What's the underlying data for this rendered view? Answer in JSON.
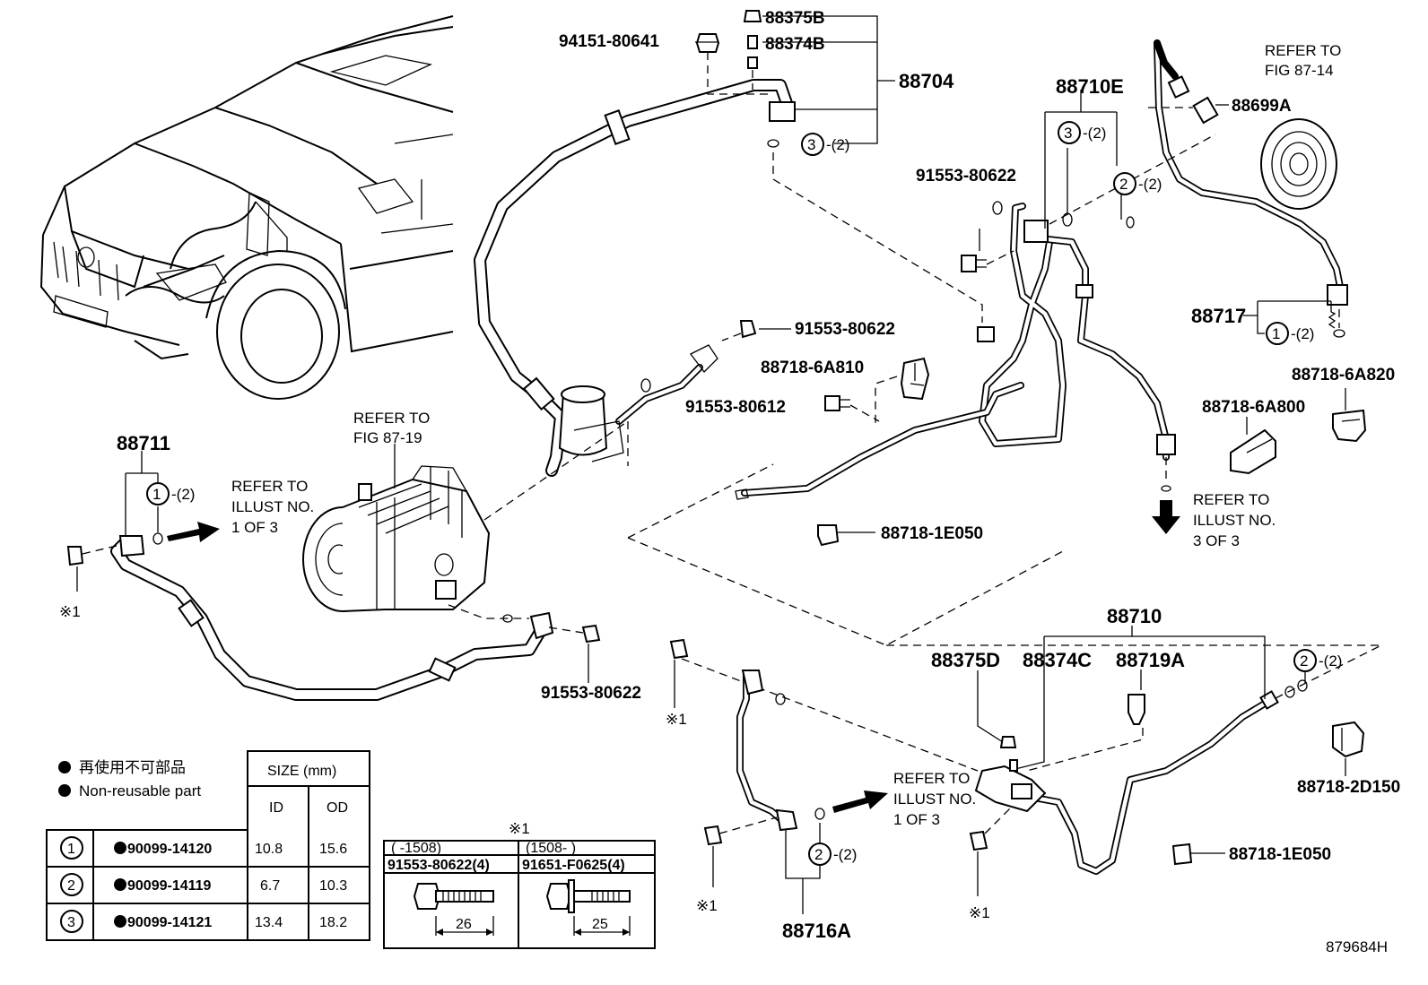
{
  "labels": {
    "p88375B": "88375B",
    "p88374B": "88374B",
    "p94151": "94151-80641",
    "p88704": "88704",
    "p88710E": "88710E",
    "p88699A": "88699A",
    "ref8714a": "REFER TO",
    "ref8714b": "FIG 87-14",
    "p91553a": "91553-80622",
    "p91553b": "91553-80622",
    "p88718_6A810": "88718-6A810",
    "p91553_80612": "91553-80612",
    "p88717": "88717",
    "p88718_6A820": "88718-6A820",
    "p88718_6A800": "88718-6A800",
    "p88711": "88711",
    "ref1of3a1": "REFER TO",
    "ref1of3a2": "ILLUST NO.",
    "ref1of3a3": "1 OF 3",
    "ref8719a": "REFER TO",
    "ref8719b": "FIG 87-19",
    "ref3of3a": "REFER TO",
    "ref3of3b": "ILLUST NO.",
    "ref3of3c": "3 OF 3",
    "p88718_1E050a": "88718-1E050",
    "p91553c": "91553-80622",
    "p88710": "88710",
    "p88375D": "88375D",
    "p88374C": "88374C",
    "p88719A": "88719A",
    "ref1of3b1": "REFER TO",
    "ref1of3b2": "ILLUST NO.",
    "ref1of3b3": "1 OF 3",
    "p88718_2D150": "88718-2D150",
    "p88718_1E050b": "88718-1E050",
    "p88716A": "88716A",
    "mark1": "※1",
    "diagram_id": "879684H"
  },
  "callouts": {
    "c1": "1",
    "c2": "2",
    "c3": "3",
    "qty2": "-(2)"
  },
  "legend": {
    "jp": "再使用不可部品",
    "en": "Non-reusable part"
  },
  "size_table": {
    "header": "SIZE (mm)",
    "col_id": "ID",
    "col_od": "OD",
    "rows": [
      {
        "ref": "1",
        "part": "90099-14120",
        "id": "10.8",
        "od": "15.6"
      },
      {
        "ref": "2",
        "part": "90099-14119",
        "id": "6.7",
        "od": "10.3"
      },
      {
        "ref": "3",
        "part": "90099-14121",
        "id": "13.4",
        "od": "18.2"
      }
    ]
  },
  "bolt_table": {
    "title": "※1",
    "col1_head": "(    -1508)",
    "col2_head": "(1508-     )",
    "col1_part": "91553-80622(4)",
    "col2_part": "91651-F0625(4)",
    "col1_len": "26",
    "col2_len": "25"
  }
}
